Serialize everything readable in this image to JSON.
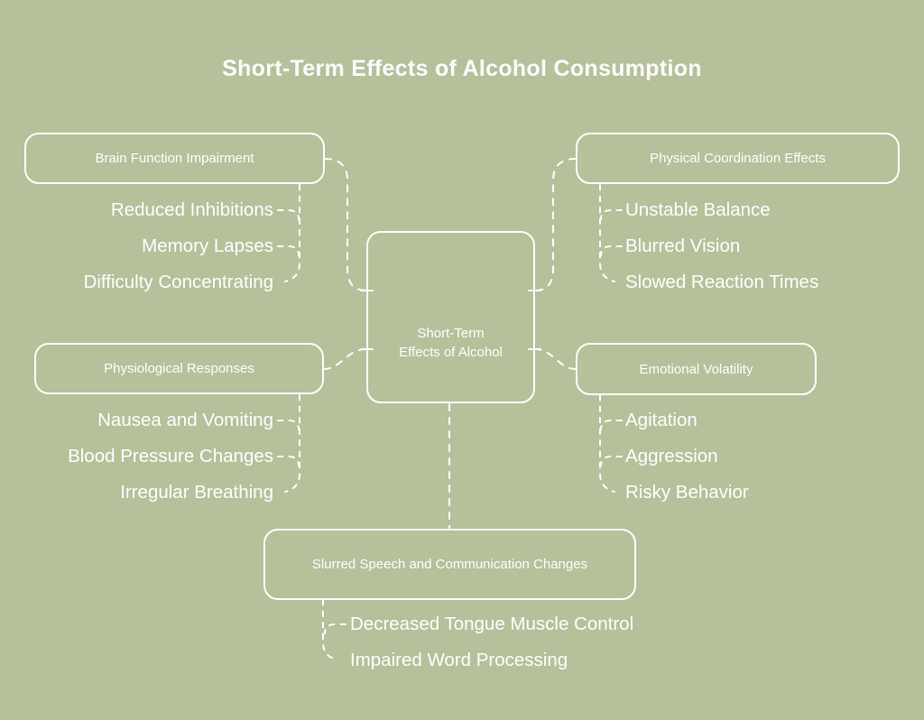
{
  "title": "Short-Term Effects of Alcohol Consumption",
  "center": {
    "lines": [
      "Short-Term",
      "Effects of Alcohol"
    ],
    "label": "Short-Term Effects of Alcohol"
  },
  "branches": [
    {
      "label": "Brain Function Impairment",
      "children": [
        "Reduced Inhibitions",
        "Memory Lapses",
        "Difficulty Concentrating"
      ]
    },
    {
      "label": "Physical Coordination Effects",
      "children": [
        "Unstable Balance",
        "Blurred Vision",
        "Slowed Reaction Times"
      ]
    },
    {
      "label": "Physiological Responses",
      "children": [
        "Nausea and Vomiting",
        "Blood Pressure Changes",
        "Irregular Breathing"
      ]
    },
    {
      "label": "Emotional Volatility",
      "children": [
        "Agitation",
        "Aggression",
        "Risky Behavior"
      ]
    },
    {
      "label": "Slurred Speech and Communication Changes",
      "children": [
        "Decreased Tongue Muscle Control",
        "Impaired Word Processing"
      ]
    }
  ],
  "colors": {
    "background": "#b6c09b",
    "line": "#ffffff",
    "text": "#ffffff"
  }
}
